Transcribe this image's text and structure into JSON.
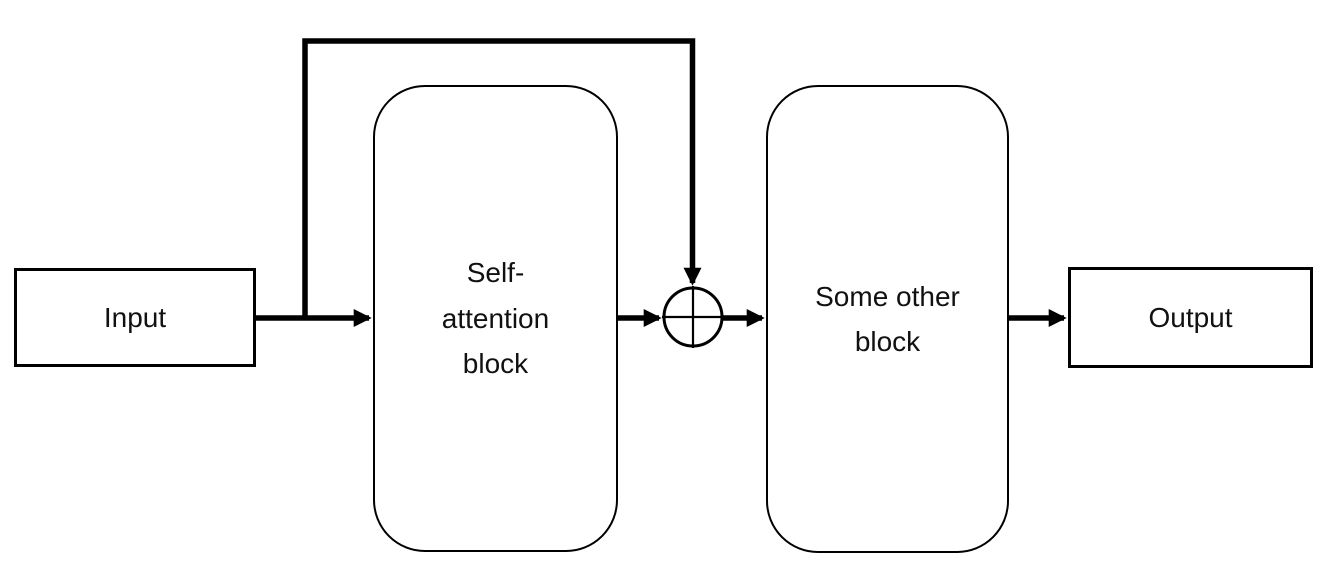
{
  "diagram": {
    "type": "block-diagram",
    "colors": {
      "background": "#ffffff",
      "stroke": "#000000",
      "node_fill": "#ffffff",
      "text": "#111111"
    },
    "nodes": {
      "input": {
        "label": "Input",
        "shape": "rectangle"
      },
      "self_attention": {
        "label": "Self-\nattention\nblock",
        "shape": "rounded-rectangle"
      },
      "adder": {
        "symbol": "circle-plus",
        "shape": "circle"
      },
      "some_other": {
        "label": "Some other\nblock",
        "shape": "rounded-rectangle"
      },
      "output": {
        "label": "Output",
        "shape": "rectangle"
      }
    },
    "edges": [
      {
        "from": "input",
        "to": "self_attention",
        "type": "arrow"
      },
      {
        "from": "input",
        "to": "adder",
        "type": "arrow",
        "role": "skip-connection"
      },
      {
        "from": "self_attention",
        "to": "adder",
        "type": "arrow"
      },
      {
        "from": "adder",
        "to": "some_other",
        "type": "arrow"
      },
      {
        "from": "some_other",
        "to": "output",
        "type": "arrow"
      }
    ]
  }
}
